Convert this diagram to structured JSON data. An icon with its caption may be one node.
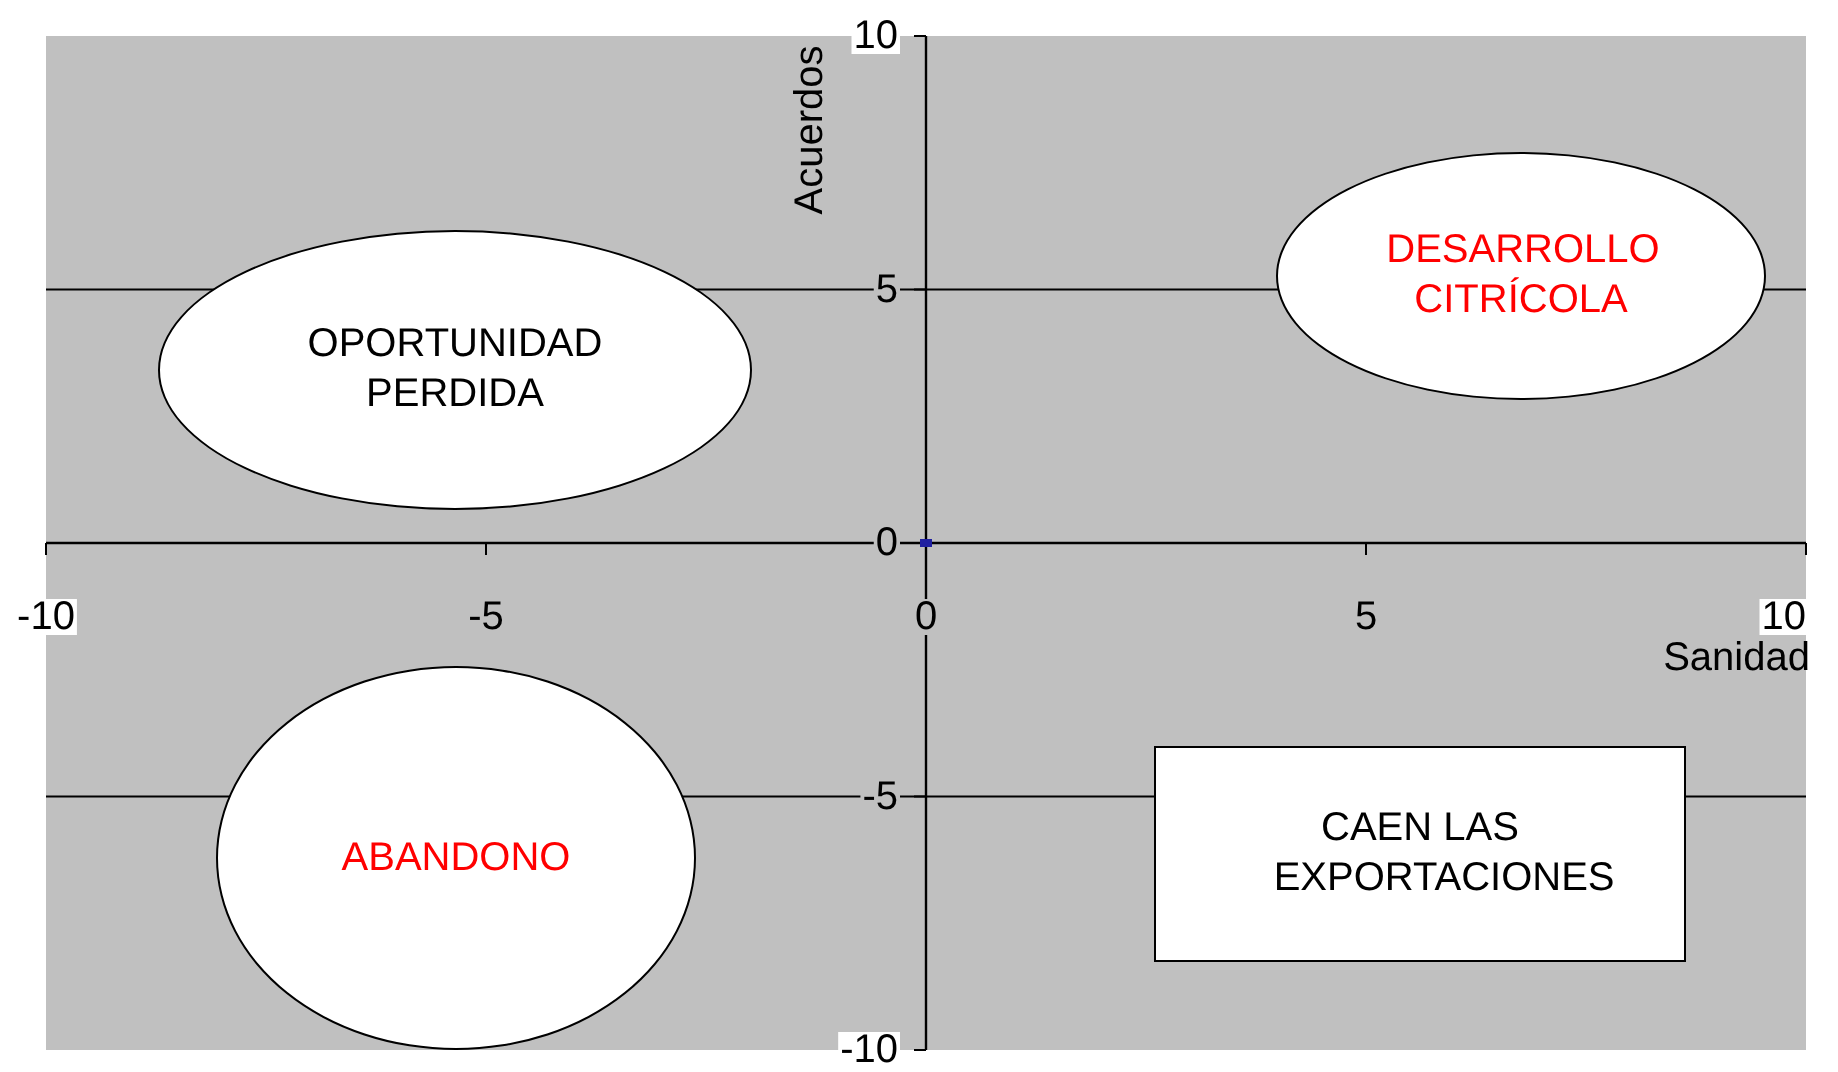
{
  "diagram": {
    "nodes": [
      {
        "text": [
          "OPORTUNIDAD PERDIDA"
        ]
      },
      {
        "text": [
          "DESARROLLO CITRÍCOLA"
        ]
      },
      {
        "text": [
          "ABANDONO"
        ]
      },
      {
        "text": [
          "CAEN LAS EXPORTACIONES"
        ]
      }
    ],
    "chart_data": {
      "type": "scatter",
      "xlabel": "Sanidad",
      "ylabel": "Acuerdos",
      "x": [
        0
      ],
      "series": [
        {
          "color": "#2020a0",
          "values": [
            0
          ]
        }
      ],
      "xlim": [
        -10,
        10
      ],
      "ylim": [
        -10,
        10
      ],
      "xticks": [
        -10,
        -5,
        0,
        5,
        10
      ],
      "yticks": [
        -10,
        -5,
        0,
        5,
        10
      ]
    }
  }
}
